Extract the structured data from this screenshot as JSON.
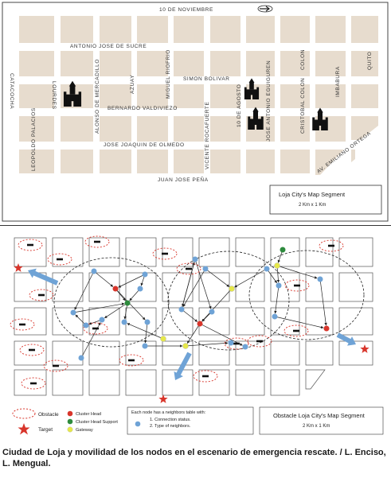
{
  "streets": {
    "s10_noviembre": "10 DE NOVIEMBRE",
    "antonio_jose_de_sucre": "ANTONIO JOSE DE SUCRE",
    "simon_bolivar": "SIMON BOLIVAR",
    "bernardo_valdiviezo": "BERNARDO VALDIVIEZO",
    "jose_joaquin_de_olmedo": "JOSE JOAQUIN DE OLMEDO",
    "juan_jose_pena": "JUAN JOSE PEÑA",
    "catacocha": "CATACOCHA",
    "lourdes": "LOURDES",
    "leopoldo_palacios": "LEOPOLDO PALACIOS",
    "alonso_de_mercadillo": "ALONSO DE MERCADILLO",
    "azuay": "AZUAY",
    "miguel_riofrio": "MIGUEL RIOFRIO",
    "vicente_rocafuerte": "VICENTE ROCAFUERTE",
    "s10_de_agosto": "10 DE AGOSTO",
    "jose_antonio_eguiguren": "JOSE ANTONIO EGUIGUREN",
    "colon": "COLON",
    "cristobal_colon": "CRISTOBAL COLON",
    "imbabura": "IMBABURA",
    "quito": "QUITO",
    "av_emiliano_ortega": "AV. EMILIANO ORTEGA"
  },
  "top_legend": {
    "title": "Loja City's Map Segment",
    "scale": "2 Km x 1 Km"
  },
  "bottom_legend": {
    "obstacle": "Obstacle",
    "target": "Target",
    "cluster_head": "Cluster Head",
    "cluster_head_support": "Cluster Head Support",
    "gateway": "Gateway",
    "neighbors_title": "Each node has a neighbors table with:",
    "neighbors_item1": "1.    Connection status.",
    "neighbors_item2": "2.    Type of neighbors.",
    "map_title": "Obstacle Loja City's Map Segment",
    "map_scale": "2 Km x 1 Km"
  },
  "caption": "Ciudad de Loja y movilidad de los nodos en el escenario de emergencia rescate. / L. Enciso, L. Mengual.",
  "colors": {
    "block": "#e7dcce",
    "obstacle": "#d8352b",
    "target": "#d8352b",
    "cluster_head": "#d8352b",
    "cluster_head_support": "#2e8b3d",
    "gateway": "#e6e84a",
    "node": "#6fa3d6",
    "mobility_arrow": "#6fa3d6"
  },
  "icons": [
    "north-arrow-icon",
    "church-icon",
    "target-star-icon",
    "mobility-arrow-icon"
  ]
}
